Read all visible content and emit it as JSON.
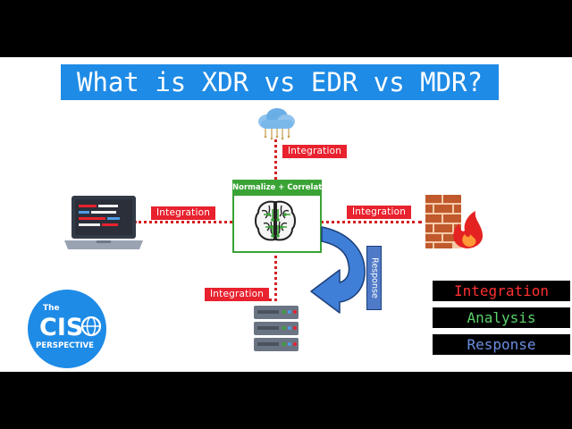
{
  "title": "What is XDR vs EDR vs MDR?",
  "center_label": "Normalize + Correlate",
  "labels": {
    "top": "Integration",
    "left": "Integration",
    "right": "Integration",
    "bottom": "Integration",
    "response": "Response"
  },
  "legend": [
    {
      "text": "Integration",
      "color": "#ff3030"
    },
    {
      "text": "Analysis",
      "color": "#5bd16a"
    },
    {
      "text": "Response",
      "color": "#6b8fe3"
    }
  ],
  "logo": {
    "the": "The",
    "cis": "CIS",
    "perspective": "PERSPECTIVE"
  },
  "icons": {
    "cloud": "cloud-icon",
    "laptop": "laptop-code-icon",
    "brain": "brain-icon",
    "firewall": "firewall-icon",
    "server": "server-icon",
    "arrow": "curved-arrow-icon"
  },
  "colors": {
    "accent_blue": "#1e8be6",
    "integration_red": "#e8222e",
    "analysis_green": "#3aa335",
    "response_blue": "#4f7ac8"
  }
}
